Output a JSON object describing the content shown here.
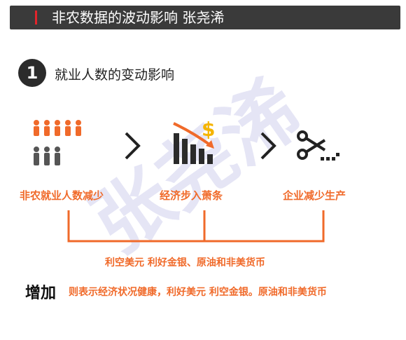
{
  "header": {
    "title": "非农数据的波动影响 张尧浠",
    "accent_color": "#e3242b"
  },
  "section": {
    "number": "1",
    "title": "就业人数的变动影响"
  },
  "flow": {
    "items": [
      {
        "label": "非农就业人数减少",
        "icon": "people-icon"
      },
      {
        "label": "经济步入萧条",
        "icon": "declining-chart-dollar-icon"
      },
      {
        "label": "企业减少生产",
        "icon": "scissors-cut-icon"
      }
    ]
  },
  "result": {
    "text": "利空美元 利好金银、原油和非美货币"
  },
  "increase": {
    "label": "增加",
    "text": "则表示经济状况健康，利好美元 利空金银。原油和非美货币"
  },
  "watermark": {
    "text": "张尧浠"
  },
  "colors": {
    "orange": "#f06a2a",
    "dark": "#2b2b2b",
    "gold": "#f5b400"
  }
}
